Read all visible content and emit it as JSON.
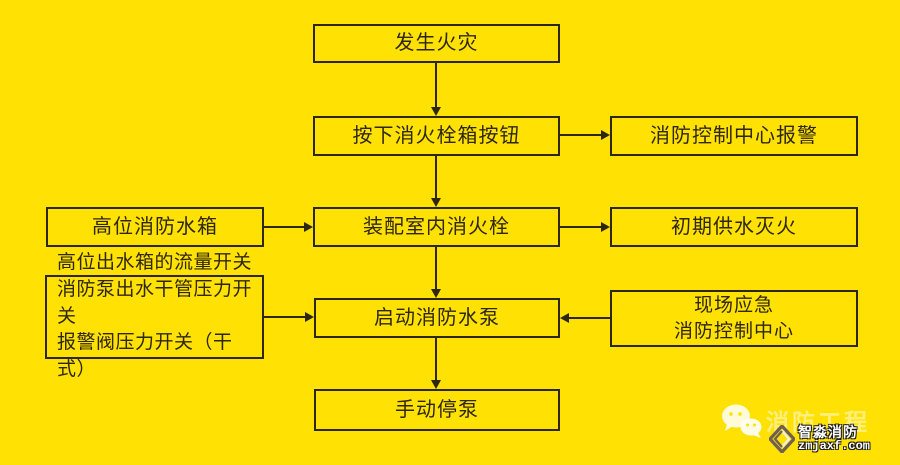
{
  "colors": {
    "bg": "#ffe103",
    "ink": "#2e2710",
    "wm-pale": "rgba(255,252,225,0.55)",
    "wm-logo": "#6e6054"
  },
  "flowchart": {
    "nodes": [
      {
        "id": "fire",
        "label": "发生火灾"
      },
      {
        "id": "press-button",
        "label": "按下消火栓箱按钮"
      },
      {
        "id": "control-center-alarm",
        "label": "消防控制中心报警"
      },
      {
        "id": "high-level-water-tank",
        "label": "高位消防水箱"
      },
      {
        "id": "assemble-indoor-hydrant",
        "label": "装配室内消火栓"
      },
      {
        "id": "initial-water-supply",
        "label": "初期供水灭火"
      },
      {
        "id": "switch-signals",
        "lines": [
          "高位出水箱的流量开关",
          "消防泵出水干管压力开关",
          "报警阀压力开关（干式）"
        ]
      },
      {
        "id": "start-fire-pump",
        "label": "启动消防水泵"
      },
      {
        "id": "onsite-emergency-center",
        "lines": [
          "现场应急",
          "消防控制中心"
        ]
      },
      {
        "id": "manual-pump-stop",
        "label": "手动停泵"
      }
    ],
    "edges": [
      {
        "from": "fire",
        "to": "press-button"
      },
      {
        "from": "press-button",
        "to": "control-center-alarm"
      },
      {
        "from": "press-button",
        "to": "assemble-indoor-hydrant"
      },
      {
        "from": "high-level-water-tank",
        "to": "assemble-indoor-hydrant"
      },
      {
        "from": "assemble-indoor-hydrant",
        "to": "initial-water-supply"
      },
      {
        "from": "assemble-indoor-hydrant",
        "to": "start-fire-pump"
      },
      {
        "from": "switch-signals",
        "to": "start-fire-pump"
      },
      {
        "from": "onsite-emergency-center",
        "to": "start-fire-pump"
      },
      {
        "from": "start-fire-pump",
        "to": "manual-pump-stop"
      }
    ]
  },
  "watermark": {
    "wechat_label": "消防工程",
    "brand": "智淼消防",
    "site": "zmjaxf.com"
  }
}
